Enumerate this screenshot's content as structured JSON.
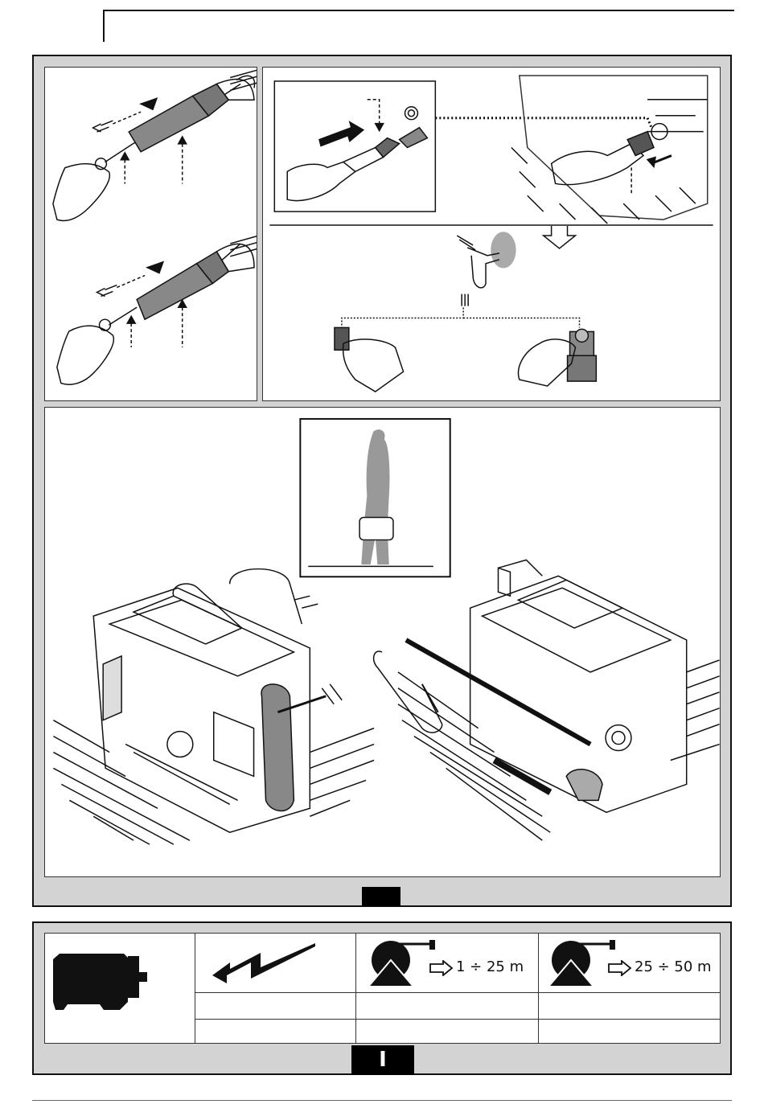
{
  "figure": {
    "panels": [
      {
        "id": "nozzle-ring-pull",
        "icon": "nozzle-cleaning-illustration"
      },
      {
        "id": "inlet-filter-and-tap",
        "icon": "water-inlet-connection-illustration"
      },
      {
        "id": "transport-and-storage",
        "icon": "carry-and-storage-illustration"
      }
    ]
  },
  "table": {
    "icons": [
      "motor-icon",
      "electric-lightning-icon",
      "cable-reel-icon",
      "cable-reel-icon"
    ],
    "range_short": "1 ÷ 25 m",
    "range_long": "25 ÷ 50 m",
    "rows": [
      [
        "",
        "",
        ""
      ],
      [
        "",
        "",
        ""
      ]
    ]
  },
  "page_tab": "I",
  "colors": {
    "frame_fill": "#d3d3d3",
    "ink": "#111111",
    "tab": "#000000"
  }
}
